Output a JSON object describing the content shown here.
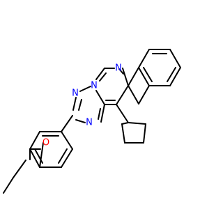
{
  "atom_labels": {
    "n_quinazoline": "N",
    "n_bridge": "N",
    "n_triazole_top": "N",
    "n_triazole_bottom": "N",
    "o_ether": "O"
  },
  "colors": {
    "bond": "#000000",
    "nitrogen": "#0000ff",
    "oxygen": "#ff0000"
  }
}
